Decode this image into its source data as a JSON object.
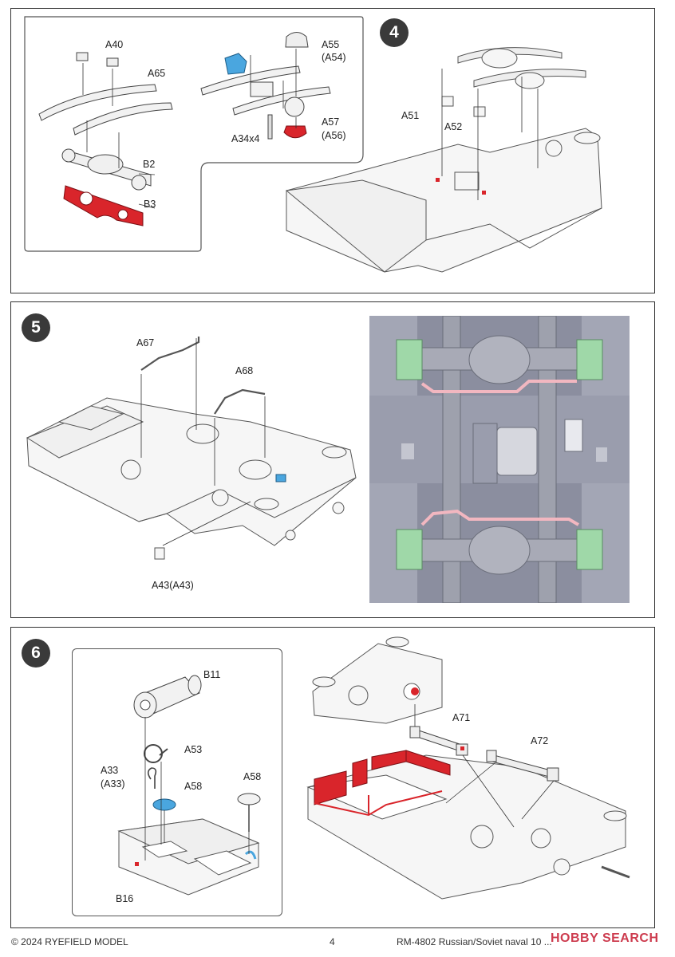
{
  "steps": {
    "step4": {
      "number": "4",
      "labels": [
        "A40",
        "A65",
        "B2",
        "B3",
        "A55",
        "(A54)",
        "A34x4",
        "A57",
        "(A56)",
        "A51",
        "A52"
      ]
    },
    "step5": {
      "number": "5",
      "labels": [
        "A67",
        "A68",
        "A43(A43)"
      ]
    },
    "step6": {
      "number": "6",
      "labels": [
        "B11",
        "A53",
        "A33",
        "(A33)",
        "A58",
        "A58",
        "B16",
        "A71",
        "A72"
      ]
    }
  },
  "footer": {
    "copyright": "© 2024 RYEFIELD MODEL",
    "page_number": "4",
    "title": "RM-4802 Russian/Soviet naval 10 ... "
  },
  "watermark": "HOBBY SEARCH",
  "colors": {
    "highlight_red": "#d9252b",
    "highlight_blue": "#4aa6df",
    "render_green": "#9fd8a8",
    "render_pink": "#f2b7c0",
    "render_bg": "#8b8e9f"
  }
}
